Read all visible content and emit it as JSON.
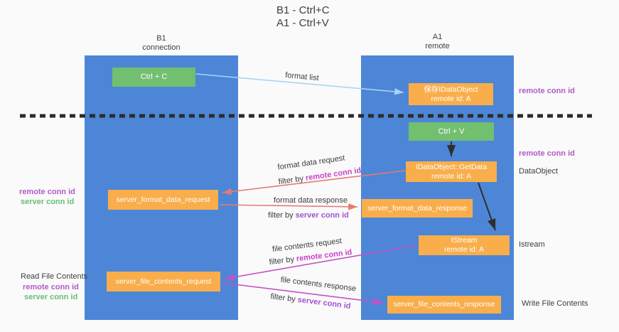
{
  "title": {
    "line1": "B1 - Ctrl+C",
    "line2": "A1 - Ctrl+V"
  },
  "columns": {
    "left": {
      "name": "B1",
      "role": "connection"
    },
    "right": {
      "name": "A1",
      "role": "remote"
    }
  },
  "boxes": {
    "ctrl_c": "Ctrl + C",
    "ctrl_v": "Ctrl + V",
    "save_dataobject": {
      "line1": "保存IDataObject",
      "line2": "remote id: A"
    },
    "getdata": {
      "line1": "IDataObject::GetData",
      "line2": "remote id: A"
    },
    "istream": {
      "line1": "IStream",
      "line2": "remote id: A"
    },
    "format_request": "server_format_data_request",
    "format_response": "server_format_data_response",
    "file_request": "server_file_contents_request",
    "file_response": "server_file_contents_response"
  },
  "arrows": {
    "format_list": "format list",
    "format_data_request": "format data request",
    "format_data_response": "format data response",
    "file_contents_request": "file contents request",
    "file_contents_response": "file contents response",
    "filter_by": "filter by ",
    "remote_conn_id": "remote conn id",
    "server_conn_id": "server conn id"
  },
  "annotations": {
    "remote_conn_id": "remote conn id",
    "server_conn_id": "server conn id",
    "dataobject": "DataObject",
    "istream": "Istream",
    "read_file_contents": "Read File Contents",
    "write_file_contents": "Write File Contents"
  },
  "colors": {
    "column_blue": "#4d86d6",
    "box_green": "#71bf6f",
    "box_orange": "#f9ae4b",
    "arrow_salmon": "#e87a72",
    "arrow_magenta": "#c551c5",
    "arrow_lightblue": "#a6d4f3",
    "arrow_black": "#2f2f2f",
    "divider_black": "#2b2b2b",
    "label_purple": "#b15bc7",
    "label_green": "#67bd78",
    "label_magenta": "#c643c6",
    "label_violet": "#a352d2"
  }
}
